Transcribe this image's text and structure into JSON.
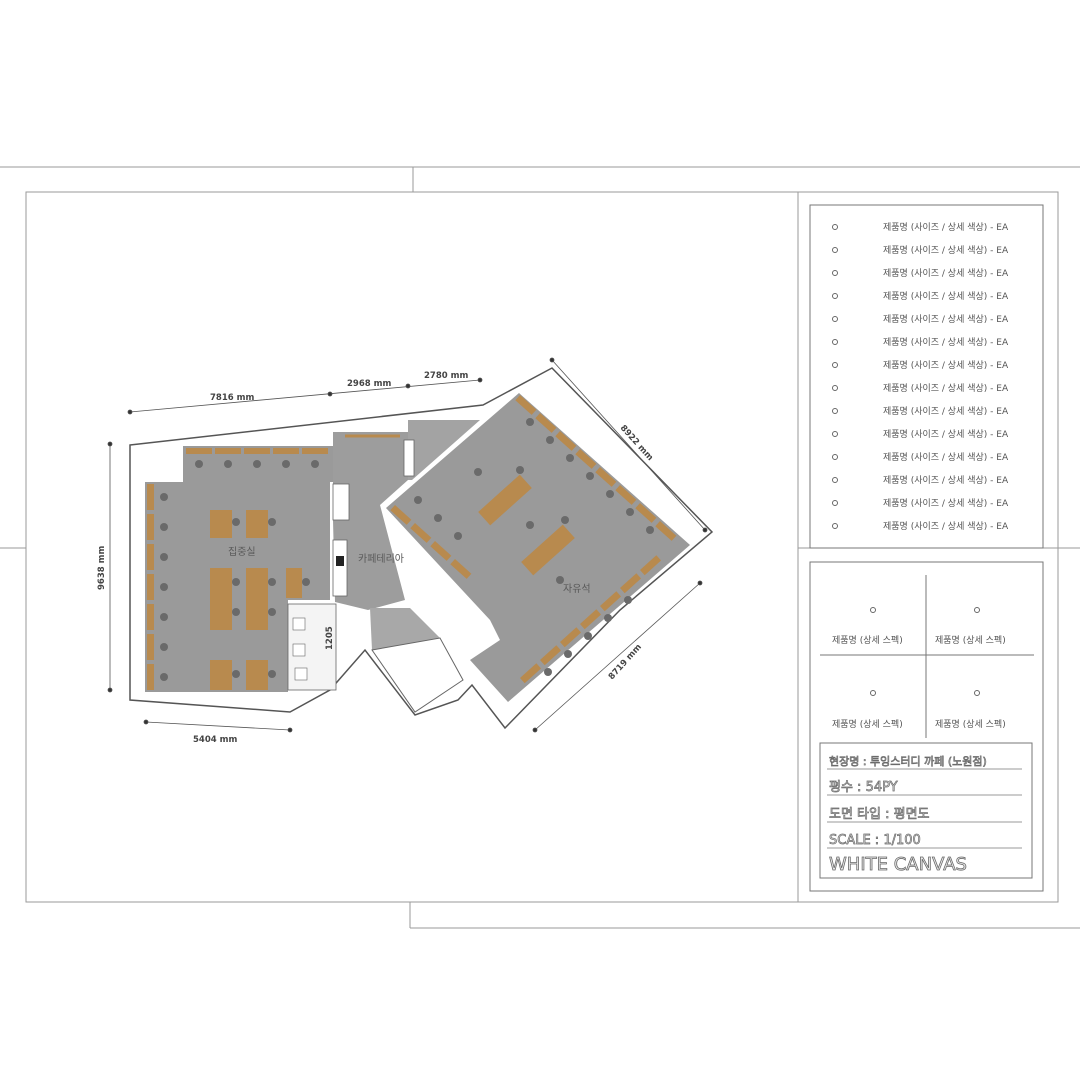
{
  "legend": {
    "items": [
      "제품명 (사이즈 / 상세 색상) - EA",
      "제품명 (사이즈 / 상세 색상) - EA",
      "제품명 (사이즈 / 상세 색상) - EA",
      "제품명 (사이즈 / 상세 색상) - EA",
      "제품명 (사이즈 / 상세 색상) - EA",
      "제품명 (사이즈 / 상세 색상) - EA",
      "제품명 (사이즈 / 상세 색상) - EA",
      "제품명 (사이즈 / 상세 색상) - EA",
      "제품명 (사이즈 / 상세 색상) - EA",
      "제품명 (사이즈 / 상세 색상) - EA",
      "제품명 (사이즈 / 상세 색상) - EA",
      "제품명 (사이즈 / 상세 색상) - EA",
      "제품명 (사이즈 / 상세 색상) - EA",
      "제품명 (사이즈 / 상세 색상) - EA"
    ]
  },
  "specs": {
    "items": [
      "제품명 (상세 스펙)",
      "제품명 (상세 스펙)",
      "제품명 (상세 스펙)",
      "제품명 (상세 스펙)"
    ]
  },
  "title_block": {
    "site": "현장명 : 투잉스터디 까페 (노원점)",
    "area": "평수 : 54PY",
    "type": "도면 타입 : 평면도",
    "scale": "SCALE : 1/100",
    "brand": "WHITE CANVAS"
  },
  "plan": {
    "dims": {
      "top_a": "7816 mm",
      "top_b": "2968 mm",
      "top_c": "2780 mm",
      "left": "9638 mm",
      "bottom": "5404 mm",
      "right_top": "8922 mm",
      "right_bottom": "8719 mm",
      "small": "1205"
    },
    "rooms": {
      "left": "집중실",
      "center": "카페테리아",
      "right": "자유석"
    },
    "colors": {
      "floor": "#9a9a9a",
      "desk": "#b88a4e",
      "wall": "#ffffff",
      "line": "#555555"
    }
  }
}
